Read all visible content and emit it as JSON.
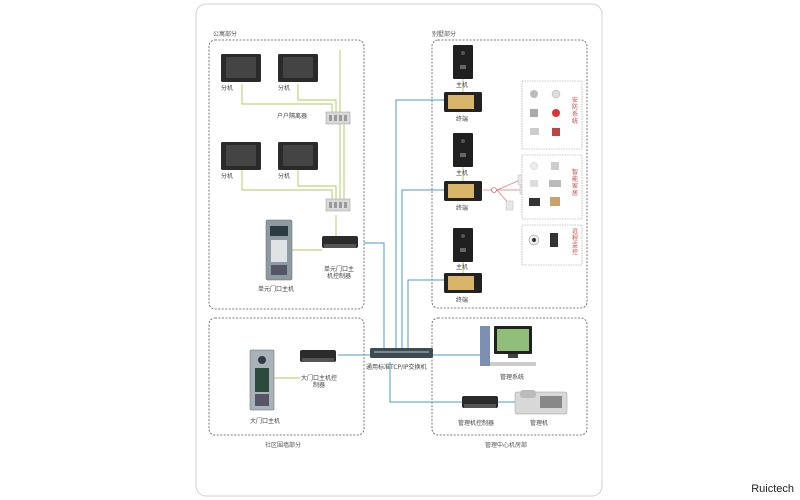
{
  "sections": {
    "apartment": "公寓部分",
    "villa": "别墅部分",
    "gate": "社区围墙部分",
    "management": "管理中心机房部"
  },
  "labels": {
    "indoor_unit": "分机",
    "isolator": "户户隔离器",
    "unit_door_station": "单元门口主机",
    "unit_door_controller": "单元门口主机控制器",
    "gate_station": "大门口主机",
    "gate_controller": "大门口主机控制器",
    "switch": "通用标准TCP/IP交换机",
    "villa_main": "主机",
    "villa_terminal": "终端",
    "management_system": "管理系统",
    "management_controller": "管理机控制器",
    "management_unit": "管理机"
  },
  "panels": {
    "security": "安防系统",
    "smart_home": "智能家居",
    "remote": "远程监控"
  },
  "brand": "Ruictech",
  "colors": {
    "lan": "#4a9cc8",
    "power": "#a8cc58",
    "border": "#555555",
    "frame": "#d0d0d0",
    "accent": "#c83a3a"
  }
}
